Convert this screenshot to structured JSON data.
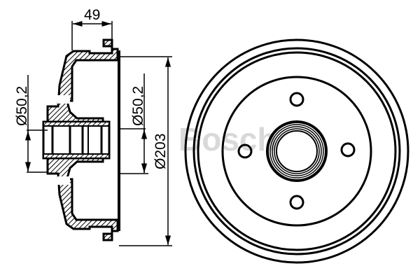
{
  "drawing": {
    "subject": "Brake drum",
    "views": [
      "side-section",
      "front"
    ],
    "watermark": "Bosch",
    "colors": {
      "line": "#000000",
      "background": "#ffffff",
      "watermark": "#c9c9c9"
    }
  },
  "dimensions": {
    "width_label": "49",
    "hub_inner_left_label": "Ø50,2",
    "hub_inner_right_label": "Ø50,2",
    "outer_diameter_label": "Ø203"
  },
  "front_view": {
    "bolt_holes": 4,
    "rings_outer": 3
  }
}
